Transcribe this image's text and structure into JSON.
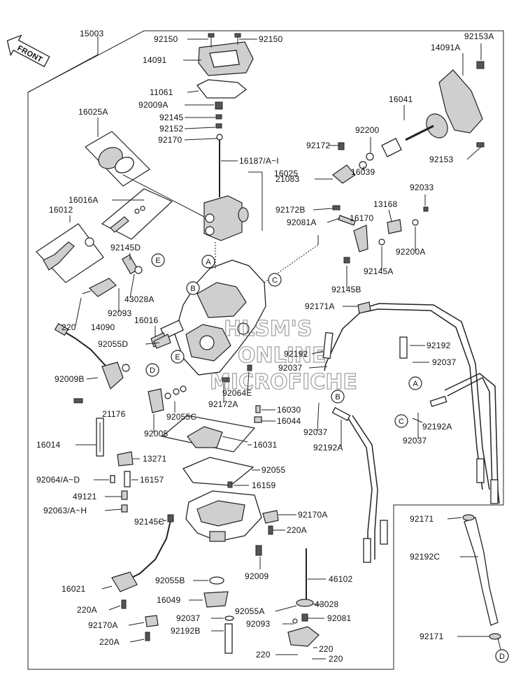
{
  "diagram": {
    "front_label": "FRONT",
    "watermark": [
      "HLSM'S",
      "ONLINE",
      "MICROFICHE"
    ],
    "callouts": [
      "A",
      "B",
      "C",
      "D",
      "E"
    ],
    "labels": [
      {
        "id": "l01",
        "text": "15003"
      },
      {
        "id": "l02",
        "text": "92150"
      },
      {
        "id": "l03",
        "text": "92150"
      },
      {
        "id": "l04",
        "text": "14091"
      },
      {
        "id": "l05",
        "text": "11061"
      },
      {
        "id": "l06",
        "text": "92009A"
      },
      {
        "id": "l07",
        "text": "92145"
      },
      {
        "id": "l08",
        "text": "92152"
      },
      {
        "id": "l09",
        "text": "92170"
      },
      {
        "id": "l10",
        "text": "16187/A~I"
      },
      {
        "id": "l11",
        "text": "16025A"
      },
      {
        "id": "l12",
        "text": "16025"
      },
      {
        "id": "l13",
        "text": "16016A"
      },
      {
        "id": "l14",
        "text": "16012"
      },
      {
        "id": "l15",
        "text": "92145D"
      },
      {
        "id": "l16",
        "text": "43028A"
      },
      {
        "id": "l17",
        "text": "220"
      },
      {
        "id": "l18",
        "text": "92093"
      },
      {
        "id": "l19",
        "text": "14090"
      },
      {
        "id": "l20",
        "text": "16016"
      },
      {
        "id": "l21",
        "text": "92055D"
      },
      {
        "id": "l22",
        "text": "92009B"
      },
      {
        "id": "l23",
        "text": "21176"
      },
      {
        "id": "l24",
        "text": "16014"
      },
      {
        "id": "l25",
        "text": "92005"
      },
      {
        "id": "l26",
        "text": "92055C"
      },
      {
        "id": "l27",
        "text": "13271"
      },
      {
        "id": "l28",
        "text": "92064/A~D"
      },
      {
        "id": "l29",
        "text": "16157"
      },
      {
        "id": "l30",
        "text": "49121"
      },
      {
        "id": "l31",
        "text": "92063/A~H"
      },
      {
        "id": "l32",
        "text": "92145C"
      },
      {
        "id": "l33",
        "text": "16021"
      },
      {
        "id": "l34",
        "text": "220A"
      },
      {
        "id": "l35",
        "text": "92170A"
      },
      {
        "id": "l36",
        "text": "220A"
      },
      {
        "id": "l37",
        "text": "92055B"
      },
      {
        "id": "l38",
        "text": "16049"
      },
      {
        "id": "l39",
        "text": "92037"
      },
      {
        "id": "l40",
        "text": "92192B"
      },
      {
        "id": "l41",
        "text": "92009"
      },
      {
        "id": "l42",
        "text": "46102"
      },
      {
        "id": "l43",
        "text": "92055A"
      },
      {
        "id": "l44",
        "text": "43028"
      },
      {
        "id": "l45",
        "text": "92093"
      },
      {
        "id": "l46",
        "text": "92081"
      },
      {
        "id": "l47",
        "text": "220"
      },
      {
        "id": "l48",
        "text": "220"
      },
      {
        "id": "l49",
        "text": "220"
      },
      {
        "id": "l50",
        "text": "92170A"
      },
      {
        "id": "l51",
        "text": "220A"
      },
      {
        "id": "l52",
        "text": "16159"
      },
      {
        "id": "l53",
        "text": "92055"
      },
      {
        "id": "l54",
        "text": "16031"
      },
      {
        "id": "l55",
        "text": "16044"
      },
      {
        "id": "l56",
        "text": "16030"
      },
      {
        "id": "l57",
        "text": "92172A"
      },
      {
        "id": "l58",
        "text": "92064E"
      },
      {
        "id": "l59",
        "text": "92037"
      },
      {
        "id": "l60",
        "text": "92192A"
      },
      {
        "id": "l61",
        "text": "92192"
      },
      {
        "id": "l62",
        "text": "92037"
      },
      {
        "id": "l63",
        "text": "92171A"
      },
      {
        "id": "l64",
        "text": "92192"
      },
      {
        "id": "l65",
        "text": "92037"
      },
      {
        "id": "l66",
        "text": "92192A"
      },
      {
        "id": "l67",
        "text": "92037"
      },
      {
        "id": "l68",
        "text": "92145B"
      },
      {
        "id": "l69",
        "text": "92145A"
      },
      {
        "id": "l70",
        "text": "92200A"
      },
      {
        "id": "l71",
        "text": "92081A"
      },
      {
        "id": "l72",
        "text": "92172B"
      },
      {
        "id": "l73",
        "text": "16170"
      },
      {
        "id": "l74",
        "text": "13168"
      },
      {
        "id": "l75",
        "text": "92033"
      },
      {
        "id": "l76",
        "text": "21083"
      },
      {
        "id": "l77",
        "text": "16039"
      },
      {
        "id": "l78",
        "text": "92172"
      },
      {
        "id": "l79",
        "text": "92200"
      },
      {
        "id": "l80",
        "text": "16041"
      },
      {
        "id": "l81",
        "text": "92153"
      },
      {
        "id": "l82",
        "text": "14091A"
      },
      {
        "id": "l83",
        "text": "92153A"
      },
      {
        "id": "l84",
        "text": "92171"
      },
      {
        "id": "l85",
        "text": "92192C"
      },
      {
        "id": "l86",
        "text": "92171"
      }
    ]
  }
}
